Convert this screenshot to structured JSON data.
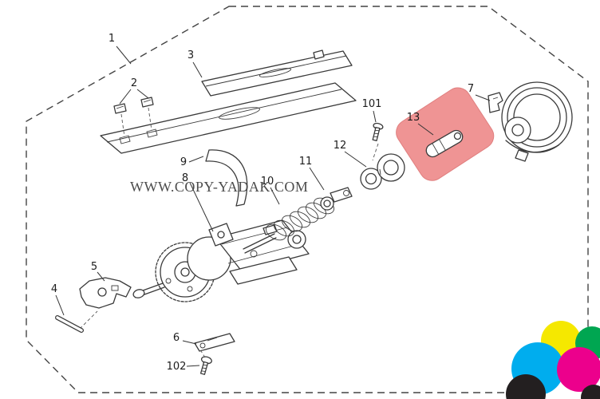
{
  "figure": {
    "watermark": "WWW.COPY-YADAK.COM",
    "highlight": {
      "part": "13",
      "color": "#ef9494"
    },
    "labels": [
      {
        "id": "1",
        "text": "1"
      },
      {
        "id": "2",
        "text": "2"
      },
      {
        "id": "3",
        "text": "3"
      },
      {
        "id": "101",
        "text": "101"
      },
      {
        "id": "13",
        "text": "13"
      },
      {
        "id": "7",
        "text": "7"
      },
      {
        "id": "12",
        "text": "12"
      },
      {
        "id": "11",
        "text": "11"
      },
      {
        "id": "10",
        "text": "10"
      },
      {
        "id": "9",
        "text": "9"
      },
      {
        "id": "8",
        "text": "8"
      },
      {
        "id": "5",
        "text": "5"
      },
      {
        "id": "4",
        "text": "4"
      },
      {
        "id": "6",
        "text": "6"
      },
      {
        "id": "102",
        "text": "102"
      }
    ],
    "splash": {
      "colors": [
        "#f5e800",
        "#00a651",
        "#00adee",
        "#ec008c",
        "#231f20"
      ]
    }
  }
}
